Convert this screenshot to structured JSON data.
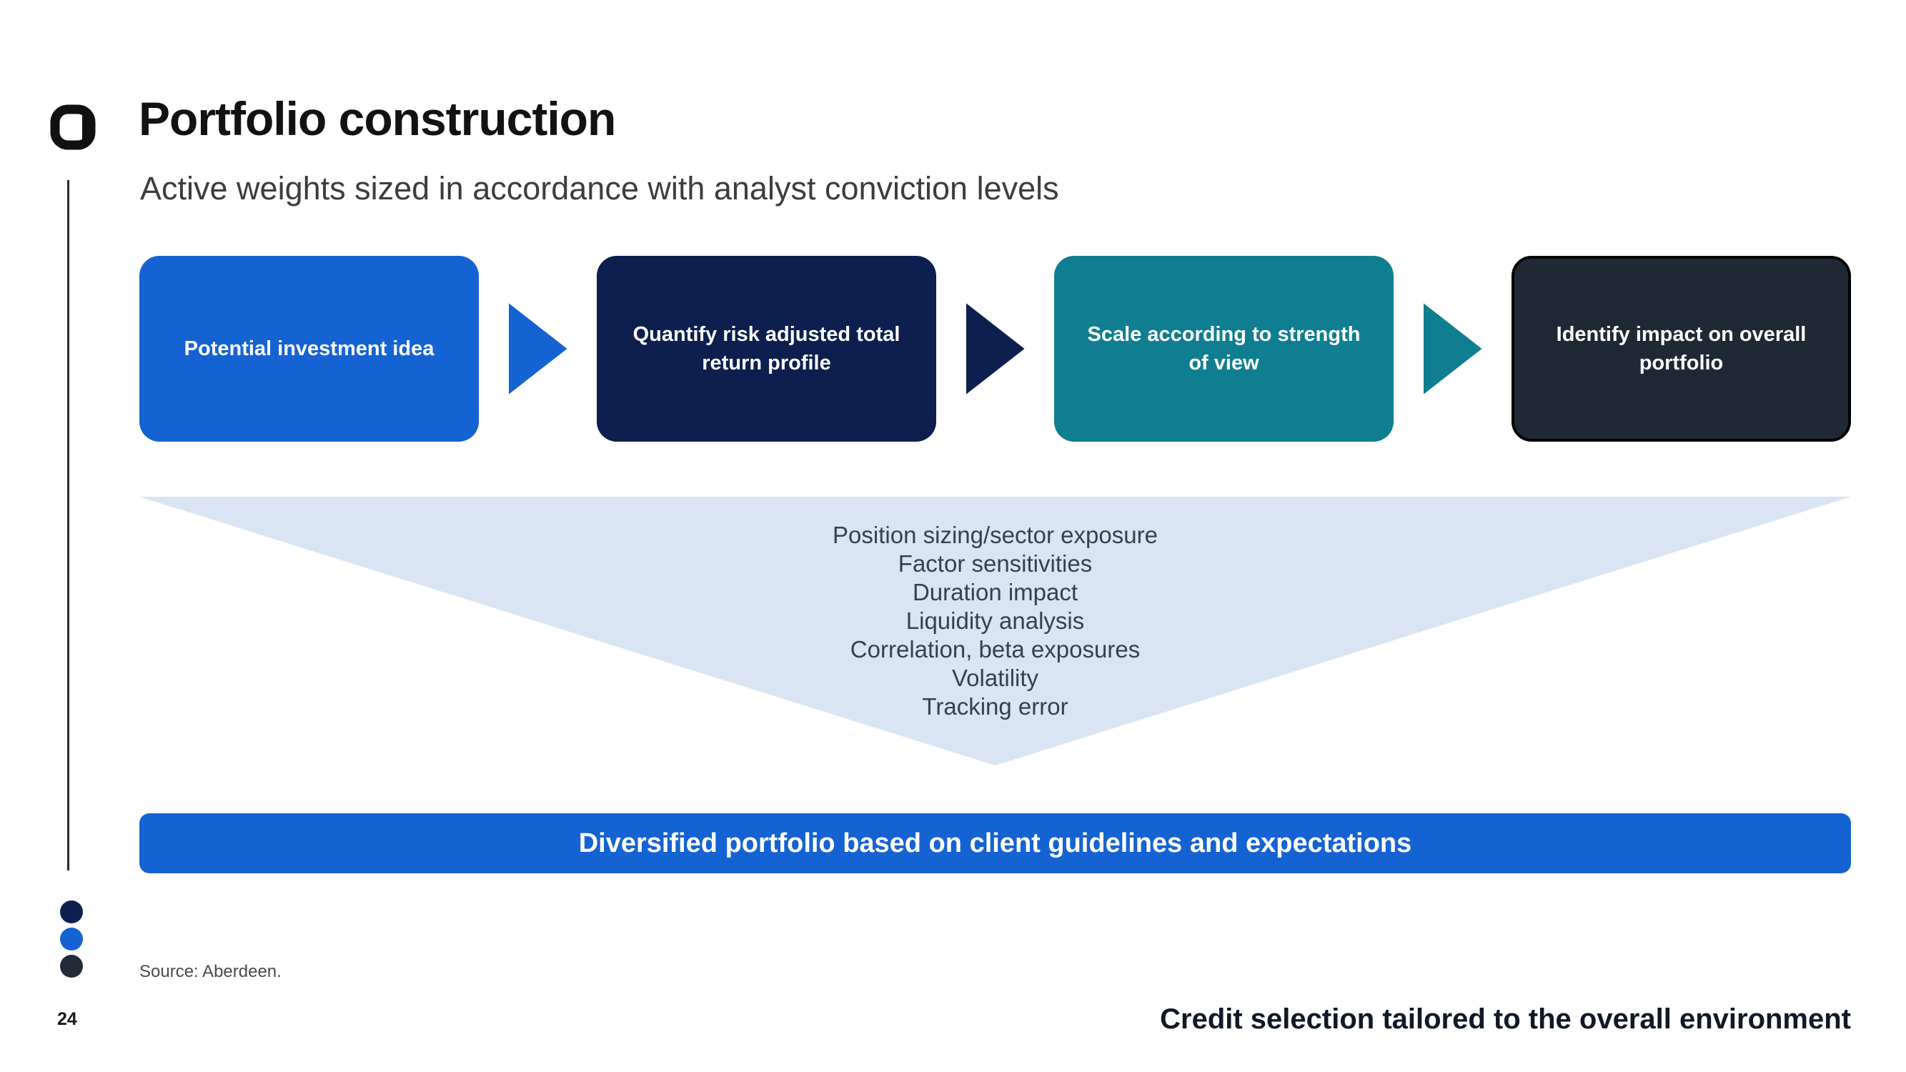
{
  "slide": {
    "title": "Portfolio construction",
    "subtitle": "Active weights sized in accordance with analyst conviction levels",
    "page_number": "24",
    "source": "Source: Aberdeen.",
    "footer_right": "Credit selection tailored to the overall environment"
  },
  "process_steps": [
    {
      "label": "Potential investment idea",
      "color": "#1563d2"
    },
    {
      "label": "Quantify risk adjusted total return profile",
      "color": "#0c1f4e"
    },
    {
      "label": "Scale according to strength of view",
      "color": "#0f7e90"
    },
    {
      "label": "Identify impact on overall portfolio",
      "color": "#1e2935"
    }
  ],
  "funnel": {
    "color": "#d9e5f4",
    "items": [
      "Position sizing/sector exposure",
      "Factor sensitivities",
      "Duration impact",
      "Liquidity analysis",
      "Correlation, beta exposures",
      "Volatility",
      "Tracking error"
    ]
  },
  "result_bar": {
    "label": "Diversified portfolio based on client guidelines and expectations",
    "color": "#1563d2"
  },
  "logo": {
    "color": "#111111",
    "dots": [
      "#0c1f4e",
      "#1563d2",
      "#232d39"
    ]
  }
}
